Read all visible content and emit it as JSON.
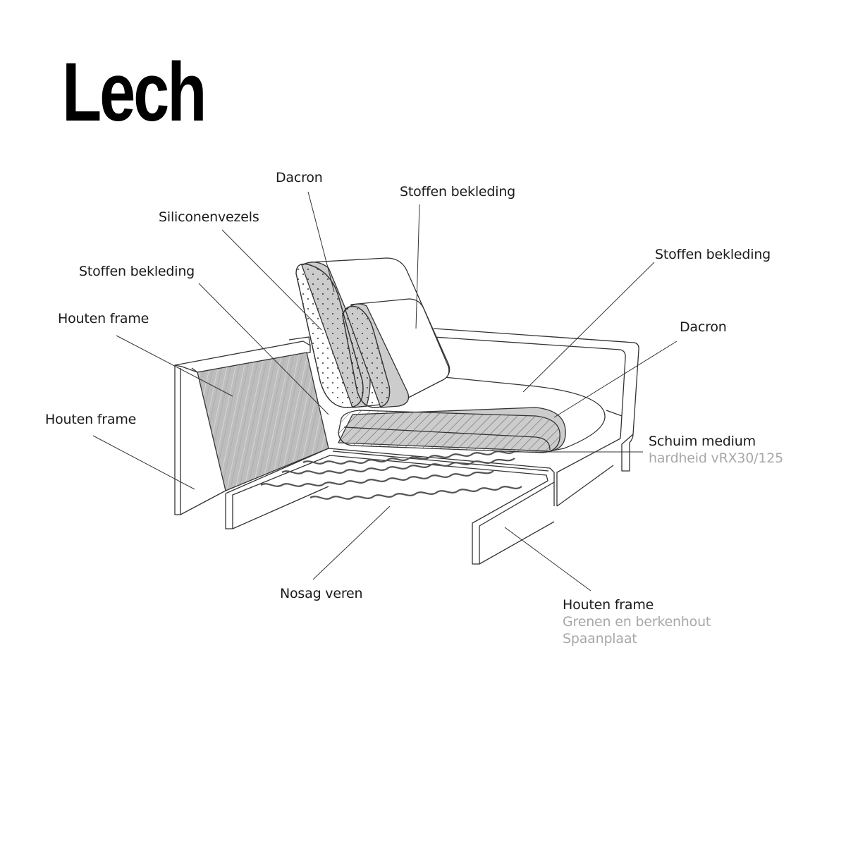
{
  "title": "Lech",
  "colors": {
    "line": "#333333",
    "fill_grey": "#cccccc",
    "wood_grey": "#bdbdbd",
    "label": "#1a1a1a",
    "sublabel": "#a8a8a8"
  },
  "labels": [
    {
      "id": "dacron-top",
      "text": "Dacron"
    },
    {
      "id": "stoffen-back",
      "text": "Stoffen bekleding"
    },
    {
      "id": "siliconenvezels",
      "text": "Siliconenvezels"
    },
    {
      "id": "stoffen-left",
      "text": "Stoffen bekleding"
    },
    {
      "id": "houten-frame-arm",
      "text": "Houten frame"
    },
    {
      "id": "houten-frame-side",
      "text": "Houten frame"
    },
    {
      "id": "stoffen-seat",
      "text": "Stoffen bekleding"
    },
    {
      "id": "dacron-seat",
      "text": "Dacron"
    },
    {
      "id": "schuim",
      "text": "Schuim medium",
      "details": [
        "hardheid vRX30/125"
      ]
    },
    {
      "id": "nosag",
      "text": "Nosag veren"
    },
    {
      "id": "houten-frame-base",
      "text": "Houten frame",
      "details": [
        "Grenen en berkenhout",
        "Spaanplaat"
      ]
    }
  ]
}
